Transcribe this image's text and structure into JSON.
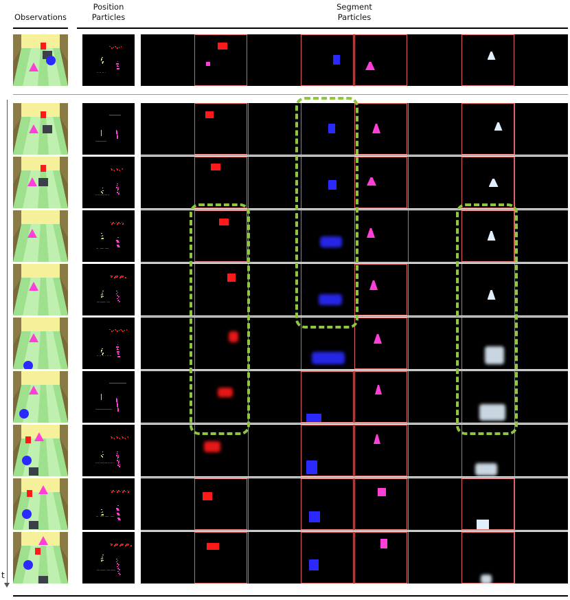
{
  "headers": {
    "observations": "Observations",
    "position_line1": "Position",
    "position_line2": "Particles",
    "segment_line1": "Segment",
    "segment_line2": "Particles"
  },
  "time_label": "t",
  "colors": {
    "red": "#ff1a1a",
    "blue": "#2a2aff",
    "magenta": "#ff3fd8",
    "white": "#dfeefa",
    "highlight_border": "#e06060",
    "dashed_box": "#8dc63f",
    "wall_yellow": "#f7f09a",
    "floor_green": "#9fe08f"
  },
  "segment_slots": 8,
  "rows": [
    {
      "id": "context",
      "highlighted": [
        1,
        3,
        4,
        6
      ]
    },
    {
      "id": "t1",
      "highlighted": [
        1,
        4,
        6
      ]
    },
    {
      "id": "t2",
      "highlighted": [
        1,
        4,
        6
      ]
    },
    {
      "id": "t3",
      "highlighted": [
        1,
        6
      ]
    },
    {
      "id": "t4",
      "highlighted": [
        4
      ]
    },
    {
      "id": "t5",
      "highlighted": [
        4
      ]
    },
    {
      "id": "t6",
      "highlighted": [
        3,
        4
      ]
    },
    {
      "id": "t7",
      "highlighted": [
        3,
        4
      ]
    },
    {
      "id": "t8",
      "highlighted": [
        1,
        3,
        4,
        6
      ]
    },
    {
      "id": "t9",
      "highlighted": [
        1,
        3,
        4,
        6
      ]
    }
  ]
}
